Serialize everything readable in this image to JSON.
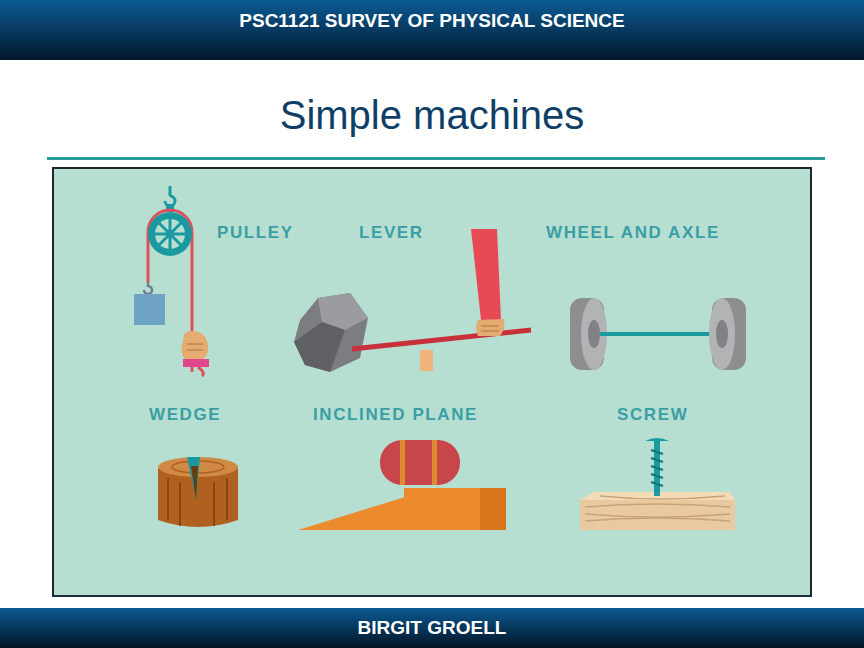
{
  "diagram": {
    "title": "Simple machines",
    "nodes": [
      {
        "text": [
          "PSC1121 SURVEY OF PHYSICAL SCIENCE"
        ]
      },
      {
        "text": [
          "BIRGIT GROELL"
        ]
      }
    ],
    "labels": [
      "PULLEY",
      "LEVER",
      "WHEEL AND AXLE",
      "WEDGE",
      "INCLINED PLANE",
      "SCREW"
    ]
  }
}
